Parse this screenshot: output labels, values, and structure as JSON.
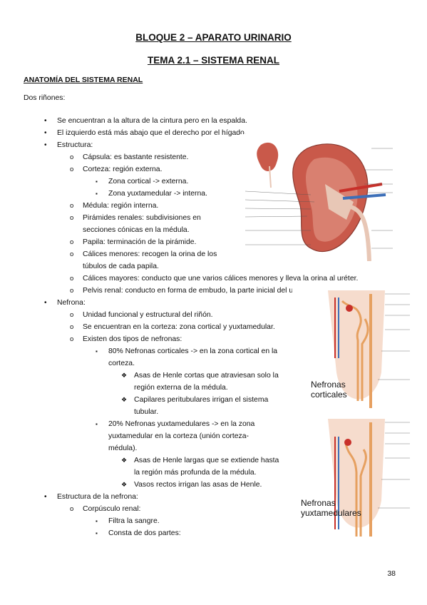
{
  "title": "BLOQUE 2 – APARATO URINARIO",
  "subtitle": "TEMA 2.1 – SISTEMA RENAL",
  "section_heading": "ANATOMÍA DEL SISTEMA RENAL",
  "intro": "Dos riñones:",
  "lines": [
    "Se encuentran a la altura de la cintura pero en la espalda.",
    "El izquierdo está más abajo que el derecho por el hígado.",
    "Estructura:",
    "Cápsula: es bastante resistente.",
    "Corteza: región externa.",
    "Zona cortical -> externa.",
    "Zona yuxtamedular -> interna.",
    "Médula: región interna.",
    "Pirámides renales: subdivisiones en",
    "secciones cónicas en la médula.",
    "Papila: terminación de la pirámide.",
    "Cálices menores: recogen la orina de los",
    "túbulos de cada papila.",
    "Cálices mayores: conducto que une varios cálices menores y lleva la orina al uréter.",
    "Pelvis renal: conducto en forma de embudo, la parte inicial del uréter.",
    "Nefrona:",
    "Unidad funcional y estructural del riñón.",
    "Se encuentran en la corteza: zona cortical y yuxtamedular.",
    "Existen dos tipos de nefronas:",
    "80% Nefronas corticales -> en la  zona cortical en la",
    "corteza.",
    "Asas de Henle cortas que atraviesan solo la",
    "región externa de la médula.",
    "Capilares peritubulares irrigan el sistema",
    "tubular.",
    "20% Nefronas yuxtamedulares -> en la zona",
    "yuxtamedular en la corteza (unión corteza-",
    "médula).",
    "Asas de Henle largas que se extiende hasta",
    "la región más profunda de la médula.",
    "Vasos rectos irrigan las asas de Henle.",
    "Estructura de la nefrona:",
    "Corpúsculo renal:",
    "Filtra la sangre.",
    "Consta de dos partes:"
  ],
  "figure_labels": {
    "cortical": [
      "Nefronas",
      "corticales"
    ],
    "yuxta": [
      "Nefronas",
      "yuxtamedulares"
    ]
  },
  "bullets": {
    "disc": "•",
    "circle": "o",
    "square": "▪",
    "diamond": "❖"
  },
  "page_number": "38",
  "colors": {
    "kidney": "#c9594a",
    "artery": "#c8302a",
    "vein": "#3d6fb8",
    "tubule": "#e6a060"
  }
}
